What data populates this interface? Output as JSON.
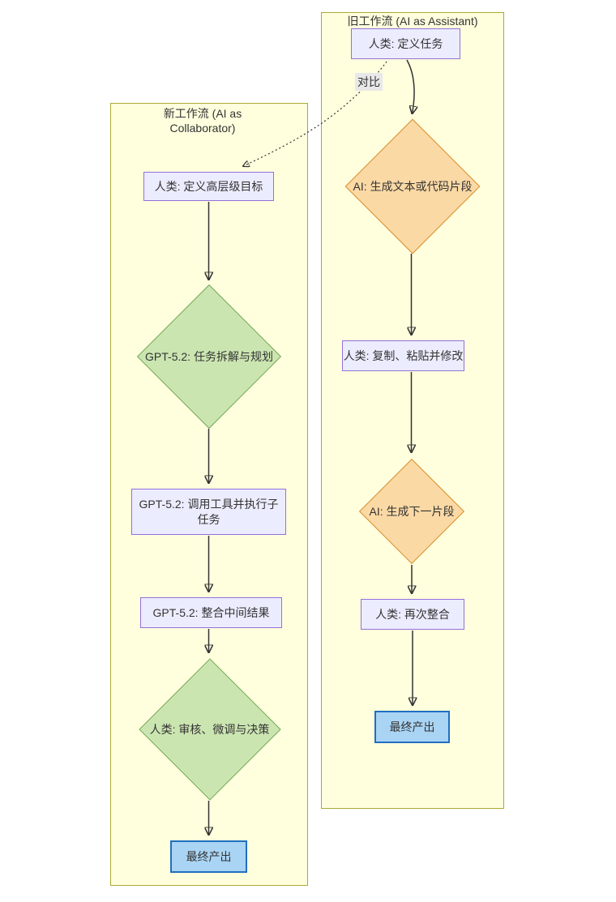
{
  "diagram": {
    "type": "flowchart-comparison",
    "clusters": {
      "old_workflow": {
        "title": "旧工作流 (AI as Assistant)"
      },
      "new_workflow": {
        "title": "新工作流 (AI as Collaborator)"
      }
    },
    "nodes": {
      "old_define_task": "人类: 定义任务",
      "old_generate_snippet": "AI: 生成文本或代码片段",
      "old_copy_paste": "人类: 复制、粘贴并修改",
      "old_generate_next": "AI: 生成下一片段",
      "old_integrate_again": "人类: 再次整合",
      "old_final_output": "最终产出",
      "new_define_goal": "人类: 定义高层级目标",
      "new_task_decompose": "GPT-5.2: 任务拆解与规划",
      "new_call_tools": "GPT-5.2: 调用工具并执行子任务",
      "new_integrate_mid": "GPT-5.2: 整合中间结果",
      "new_review": "人类: 审核、微调与决策",
      "new_final_output": "最终产出"
    },
    "edge_labels": {
      "compare": "对比"
    },
    "colors": {
      "cluster_fill": "#ffffde",
      "cluster_border": "#aaaa33",
      "rect_fill": "#ECECFF",
      "rect_border": "#9370DB",
      "diamond_orange_fill": "#FBD9A5",
      "diamond_orange_border": "#D98E2B",
      "diamond_green_fill": "#CBE5B1",
      "diamond_green_border": "#76A957",
      "final_fill": "#A9D4F4",
      "final_border": "#1F6FC0",
      "edge": "#333333",
      "text": "#333333"
    }
  }
}
